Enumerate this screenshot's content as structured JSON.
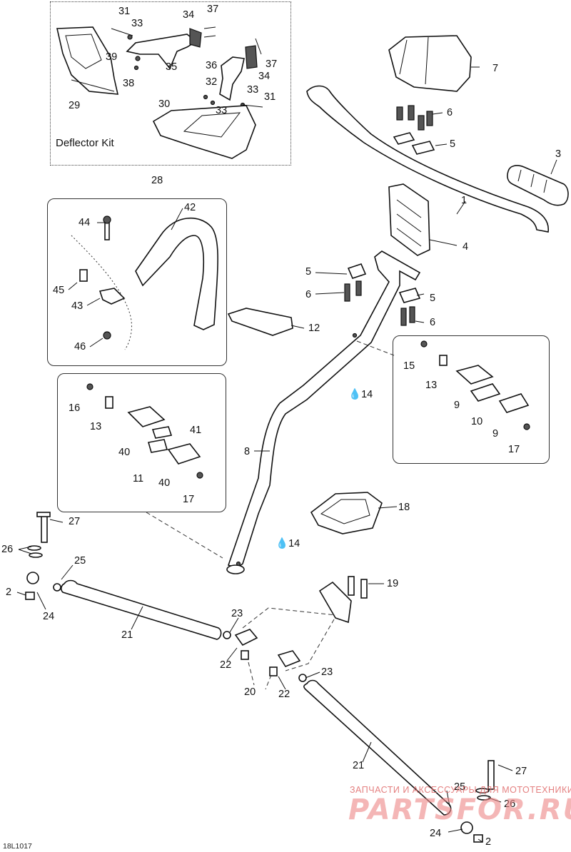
{
  "diagram": {
    "kit_title": "Deflector Kit",
    "figure_id": "18L1017",
    "oil_label": "14",
    "watermark": {
      "line1": "ЗАПЧАСТИ И АКСЕССУАРЫ ДЛЯ МОТОТЕХНИКИ",
      "line2": "PARTSFOR.RU"
    },
    "callouts": {
      "c31a": "31",
      "c33a": "33",
      "c34a": "34",
      "c37a": "37",
      "c39": "39",
      "c38": "38",
      "c35": "35",
      "c29": "29",
      "c36": "36",
      "c37b": "37",
      "c32": "32",
      "c34b": "34",
      "c33b": "33",
      "c31b": "31",
      "c33c": "33",
      "c30": "30",
      "c28": "28",
      "c7": "7",
      "c6a": "6",
      "c5a": "5",
      "c3": "3",
      "c1": "1",
      "c4": "4",
      "c42": "42",
      "c44": "44",
      "c45": "45",
      "c43": "43",
      "c46": "46",
      "c12": "12",
      "c5b": "5",
      "c6b": "6",
      "c5c": "5",
      "c6c": "6",
      "c15": "15",
      "c13a": "13",
      "c9a": "9",
      "c10": "10",
      "c9b": "9",
      "c17a": "17",
      "c16": "16",
      "c13b": "13",
      "c41": "41",
      "c40a": "40",
      "c11": "11",
      "c40b": "40",
      "c17b": "17",
      "c8": "8",
      "c18": "18",
      "c27a": "27",
      "c26a": "26",
      "c25a": "25",
      "c2a": "2",
      "c24a": "24",
      "c21a": "21",
      "c23a": "23",
      "c22a": "22",
      "c20": "20",
      "c22b": "22",
      "c23b": "23",
      "c19": "19",
      "c21b": "21",
      "c27b": "27",
      "c25b": "25",
      "c26b": "26",
      "c24b": "24",
      "c2b": "2"
    }
  }
}
